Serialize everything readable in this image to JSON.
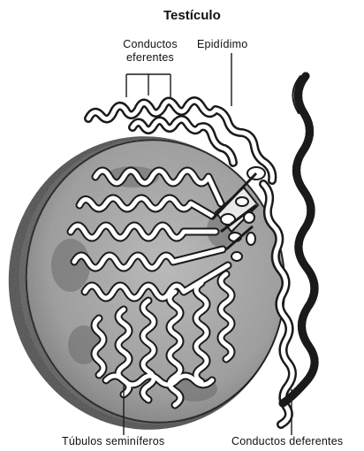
{
  "title": "Testículo",
  "labels": {
    "efferent_ducts_line1": "Conductos",
    "efferent_ducts_line2": "eferentes",
    "epididymis": "Epidídimo",
    "seminiferous_tubules": "Túbulos seminíferos",
    "vas_deferens": "Conductos deferentes"
  },
  "colors": {
    "ink": "#1a1a1a",
    "tissue": "#9a9a9a",
    "tissue_dark": "#5a5a5a",
    "tubule_fill": "#ffffff",
    "background": "#ffffff"
  }
}
